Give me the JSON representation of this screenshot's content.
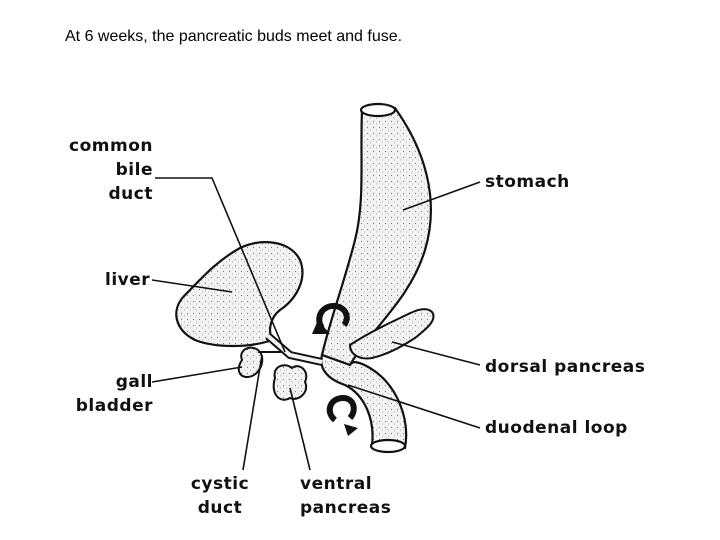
{
  "caption": "At 6 weeks, the pancreatic buds meet and fuse.",
  "labels": {
    "common_bile_duct": [
      "common",
      "bile",
      "duct"
    ],
    "liver": "liver",
    "gall_bladder": [
      "gall",
      "bladder"
    ],
    "cystic_duct": [
      "cystic",
      "duct"
    ],
    "ventral_pancreas": [
      "ventral",
      "pancreas"
    ],
    "stomach": "stomach",
    "dorsal_pancreas": "dorsal pancreas",
    "duodenal_loop": "duodenal loop"
  }
}
